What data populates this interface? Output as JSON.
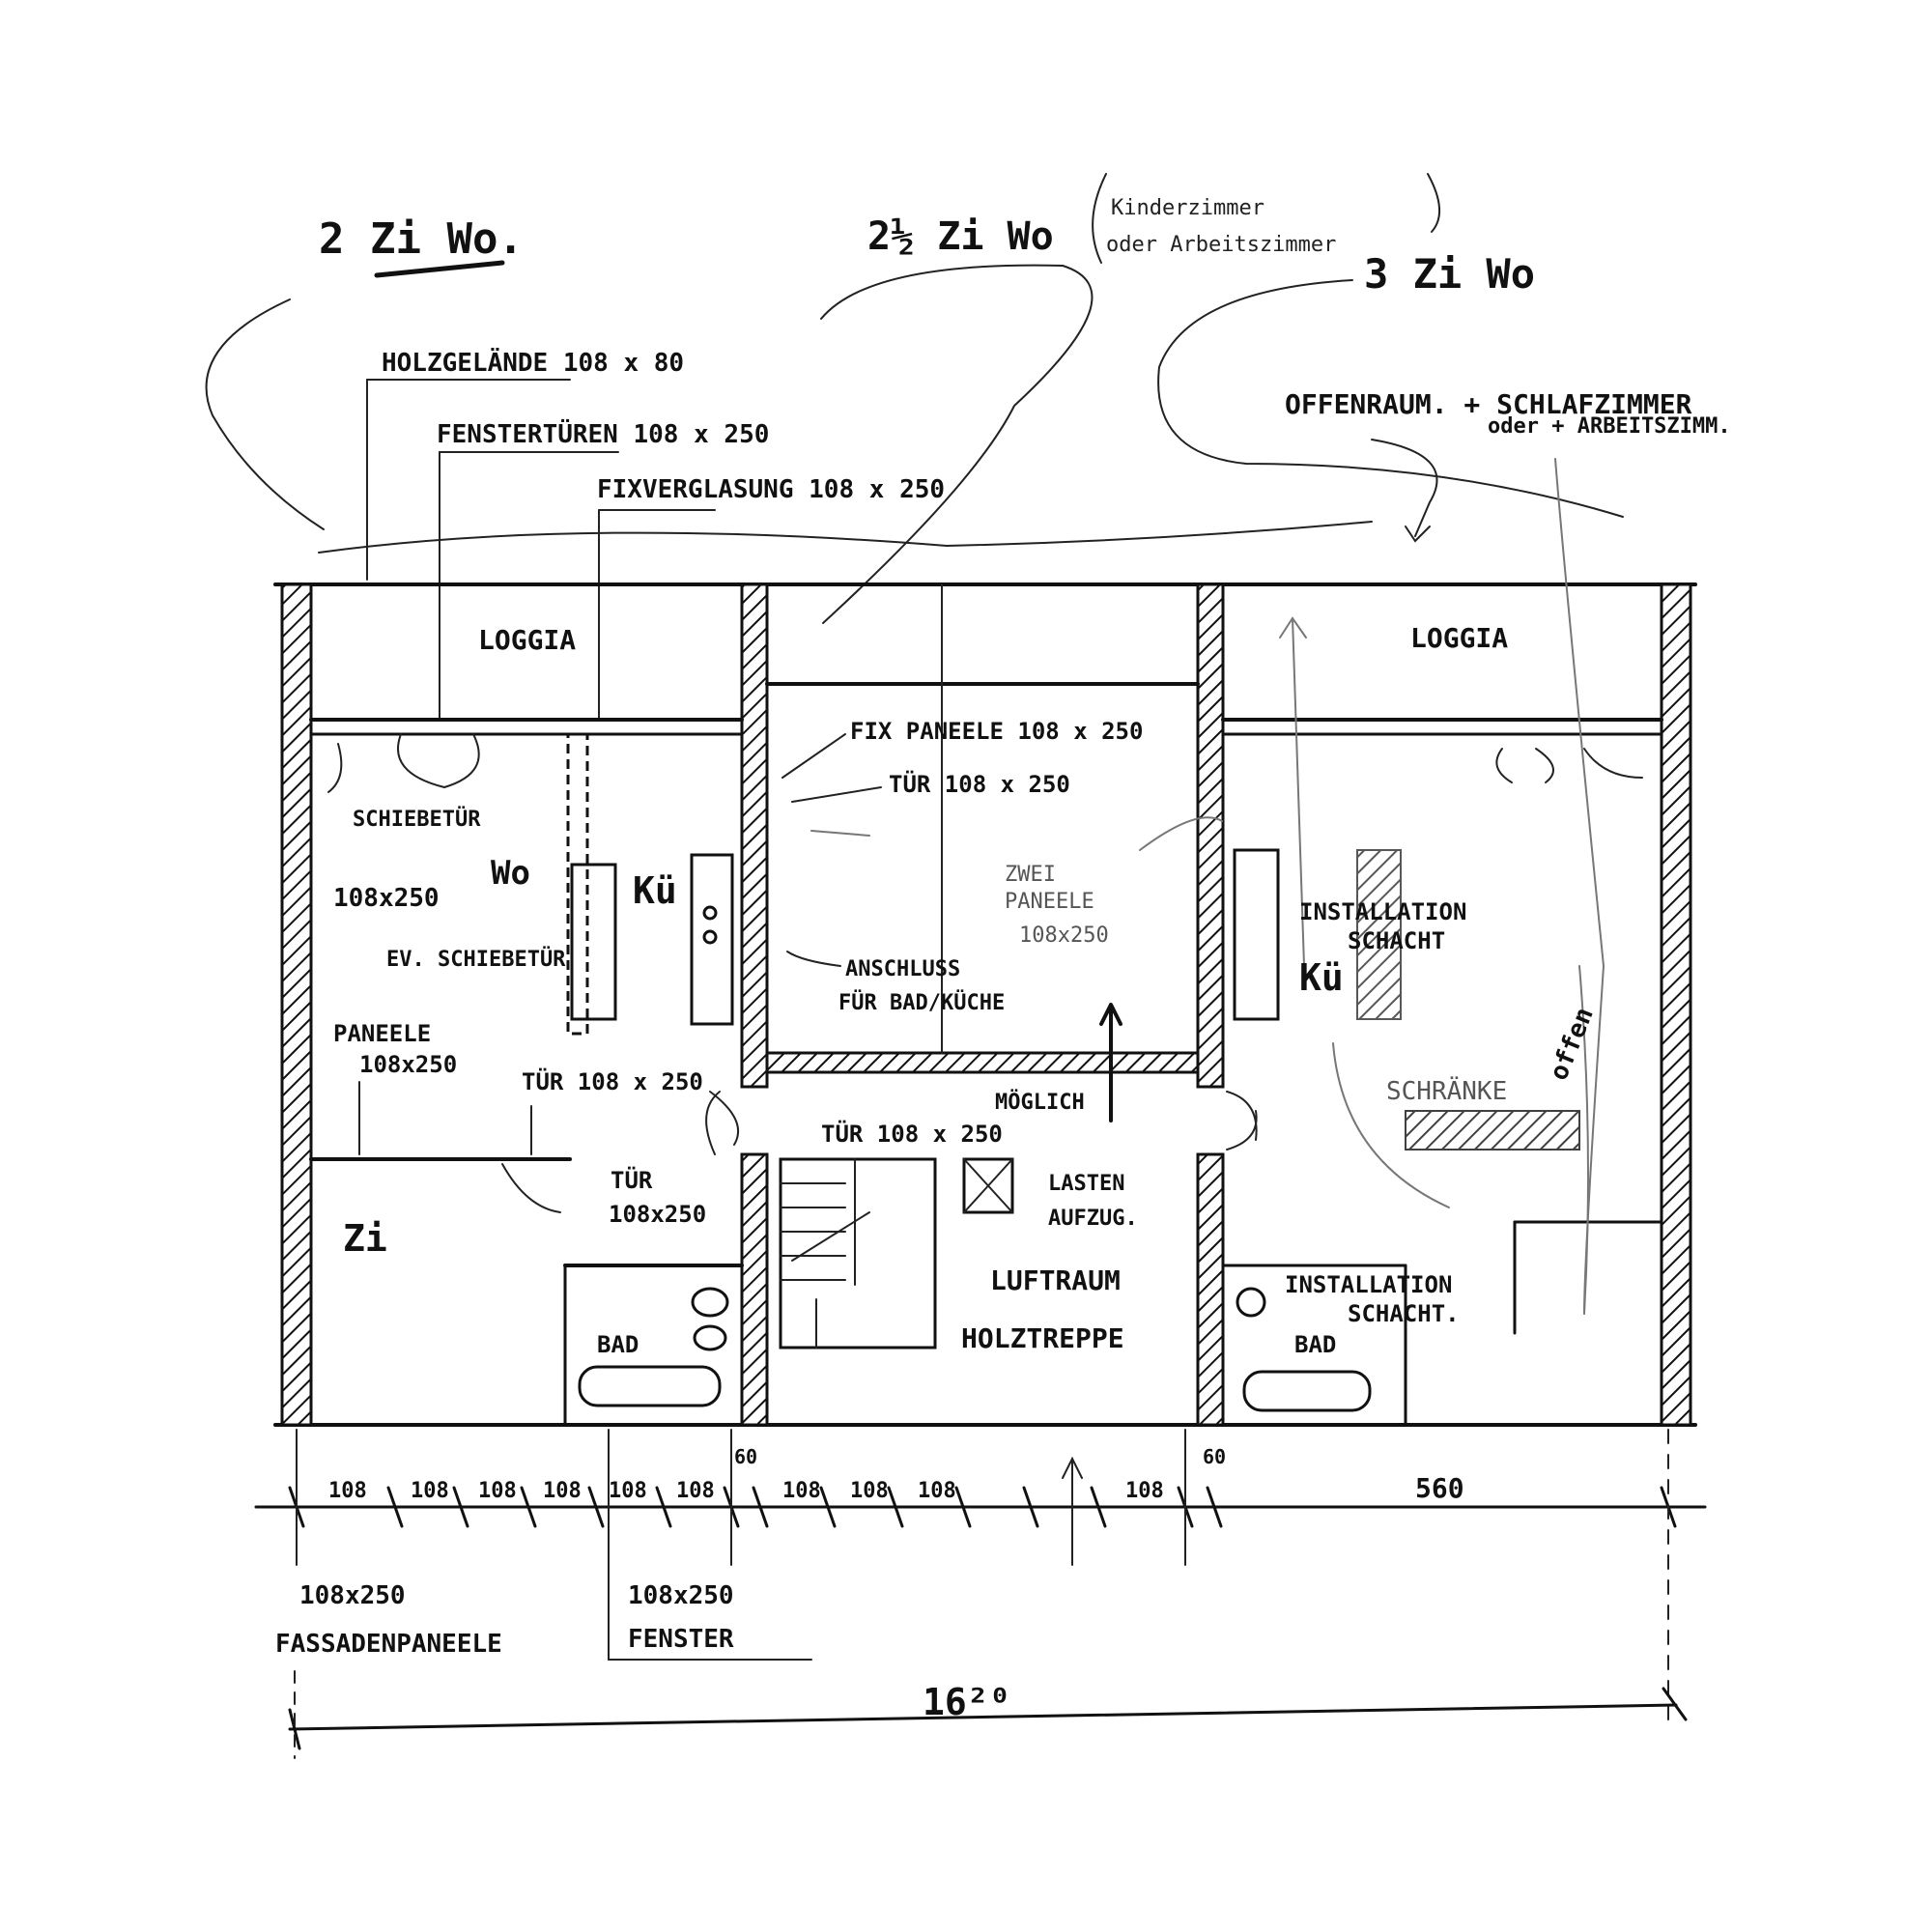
{
  "unit_labels": {
    "two_room": "2 Zi Wo.",
    "two_half_room": "2½ Zi Wo",
    "two_half_note_1": "Kinderzimmer",
    "two_half_note_2": "oder Arbeitszimmer",
    "three_room": "3 Zi Wo",
    "three_room_note_1": "OFFENRAUM. + SCHLAFZIMMER",
    "three_room_note_2": "oder + ARBEITSZIMM."
  },
  "facade_notes": {
    "railing": "HOLZGELÄNDE 108 x 80",
    "window_doors": "FENSTERTÜREN 108 x 250",
    "fixed_glazing": "FIXVERGLASUNG 108 x 250"
  },
  "rooms": {
    "loggia_left": "LOGGIA",
    "loggia_right": "LOGGIA",
    "living": "Wo",
    "kitchen_left": "Kü",
    "kitchen_right": "Kü",
    "room_zi": "Zi",
    "bath_left": "BAD",
    "bath_right": "BAD",
    "air_space": "LUFTRAUM",
    "stair": "HOLZTREPPE"
  },
  "annotations": {
    "sliding": "SCHIEBETÜR",
    "size_108x250": "108x250",
    "opt_sliding": "EV. SCHIEBETÜR",
    "panel": "PANEELE",
    "panel_size": "108x250",
    "door_1": "TÜR 108 x 250",
    "door_2": "TÜR 108 x 250",
    "door_3": "TÜR",
    "door_3_size": "108x250",
    "fix_panel": "FIX PANEELE 108 x 250",
    "door_fix": "TÜR 108 x 250",
    "two_panels_1": "ZWEI",
    "two_panels_2": "PANEELE",
    "two_panels_3": "108x250",
    "connection_1": "ANSCHLUSS",
    "connection_2": "FÜR BAD/KÜCHE",
    "possible": "MÖGLICH",
    "freight_lift_1": "LASTEN",
    "freight_lift_2": "AUFZUG.",
    "installation_1a": "INSTALLATION",
    "installation_1b": "SCHACHT",
    "installation_2a": "INSTALLATION",
    "installation_2b": "SCHACHT.",
    "wardrobe": "SCHRÄNKE",
    "open": "offen"
  },
  "dimensions": {
    "bays": [
      "108",
      "108",
      "108",
      "108",
      "108",
      "108",
      "108",
      "108",
      "108",
      "108"
    ],
    "wall_60_a": "60",
    "wall_60_b": "60",
    "span_right": "560",
    "total": "16²⁰",
    "facade_panel_size": "108x250",
    "facade_panel_label": "FASSADENPANEELE",
    "window_size": "108x250",
    "window_label": "FENSTER"
  }
}
